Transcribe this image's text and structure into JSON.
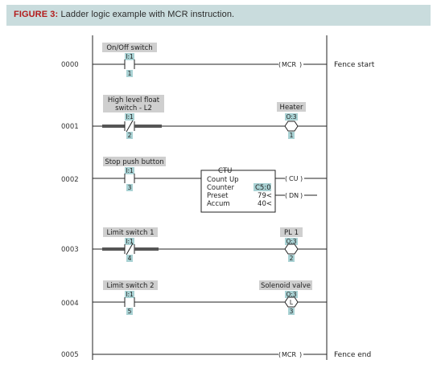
{
  "caption": {
    "figure_label": "FIGURE 3:",
    "text": "Ladder logic example with MCR instruction."
  },
  "colors": {
    "caption_bg": "#c9dcdd",
    "figure_label": "#b31a1a",
    "tag_highlight": "#a9d2d4",
    "energized": "#555555"
  },
  "rungs": [
    {
      "number": "0000",
      "label": "On/Off switch",
      "addr": "I:1",
      "bit": "1",
      "output": "MCR",
      "comment": "Fence start"
    },
    {
      "number": "0001",
      "label_line1": "High level float",
      "label_line2": "switch - L2",
      "addr": "I:1",
      "bit": "2",
      "out_label": "Heater",
      "out_addr": "O:3",
      "out_bit": "1"
    },
    {
      "number": "0002",
      "label": "Stop push button",
      "addr": "I:1",
      "bit": "3",
      "ctu": {
        "title": "CTU",
        "line1": "Count Up",
        "counter_label": "Counter",
        "counter_value": "C5:0",
        "preset_label": "Preset",
        "preset_value": "79<",
        "accum_label": "Accum",
        "accum_value": "40<",
        "cu": "CU",
        "dn": "DN"
      }
    },
    {
      "number": "0003",
      "label": "Limit switch 1",
      "addr": "I:1",
      "bit": "4",
      "out_label": "PL 1",
      "out_addr": "O:3",
      "out_bit": "2"
    },
    {
      "number": "0004",
      "label": "Limit switch 2",
      "addr": "I:1",
      "bit": "5",
      "out_label": "Solenoid valve",
      "out_addr": "O:3",
      "out_bit": "3",
      "coil_letter": "L"
    },
    {
      "number": "0005",
      "output": "MCR",
      "comment": "Fence end"
    }
  ]
}
